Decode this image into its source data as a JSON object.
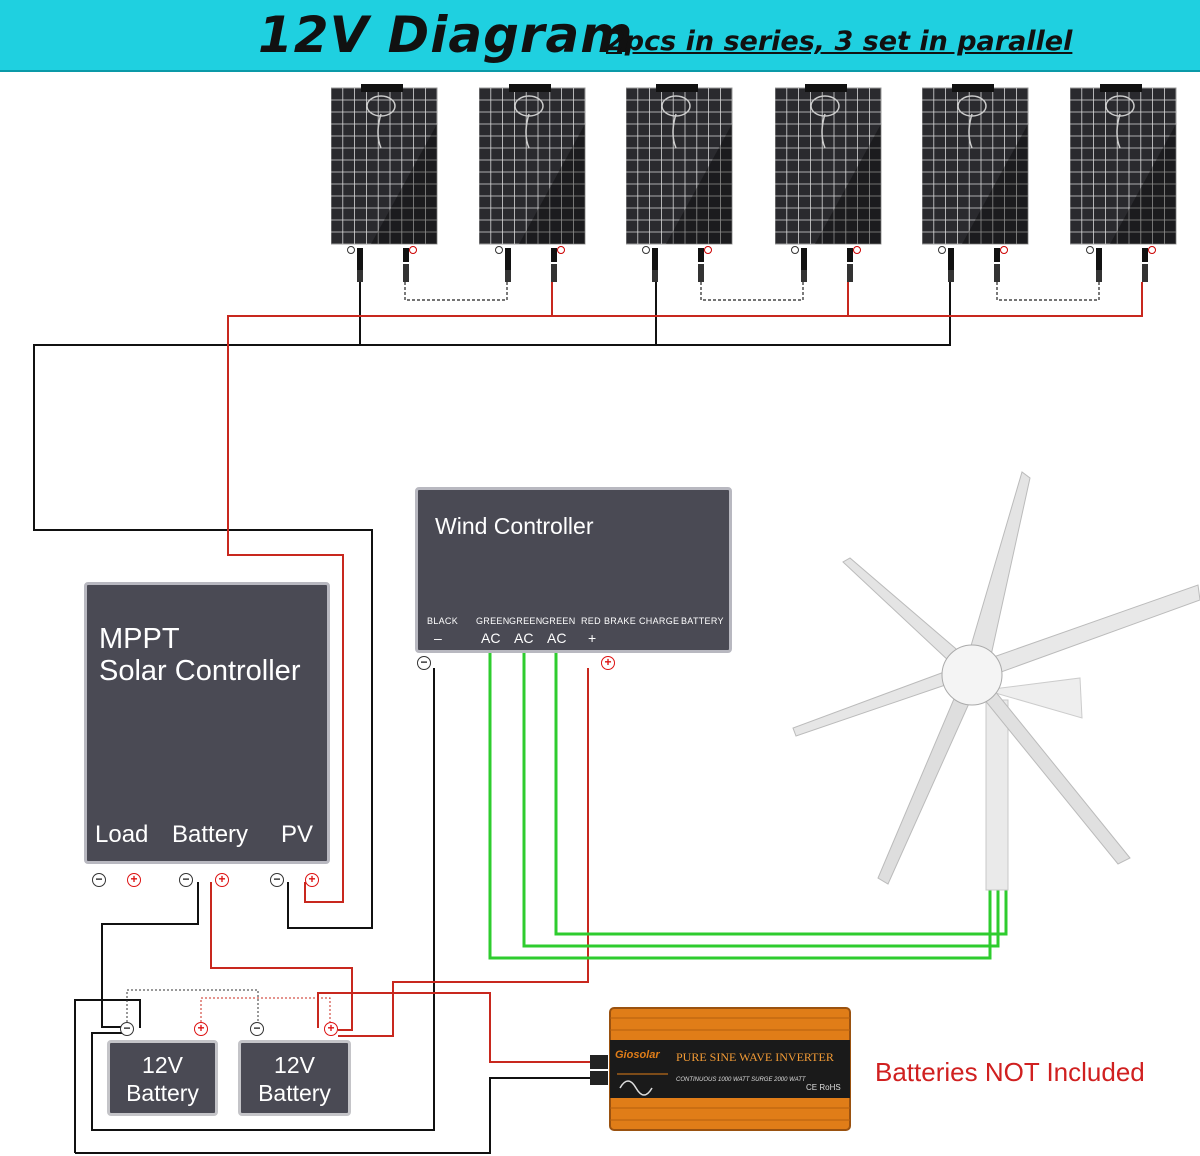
{
  "header": {
    "title": "12V Diagram",
    "subtitle": "2pcs in series, 3 set in parallel"
  },
  "mppt": {
    "title_line1": "MPPT",
    "title_line2": "Solar Controller",
    "terminals": [
      "Load",
      "Battery",
      "PV"
    ]
  },
  "wind_controller": {
    "title": "Wind Controller",
    "pin_labels": [
      "BLACK",
      "GREEN",
      "GREEN",
      "GREEN",
      "RED",
      "BRAKE",
      "CHARGE",
      "BATTERY"
    ],
    "pin_symbols": [
      "–",
      "AC",
      "AC",
      "AC",
      "+"
    ]
  },
  "batteries": [
    {
      "line1": "12V",
      "line2": "Battery"
    },
    {
      "line1": "12V",
      "line2": "Battery"
    }
  ],
  "inverter": {
    "brand": "Giosolar",
    "title": "PURE SINE WAVE INVERTER",
    "spec": "CONTINUOUS 1000 WATT SURGE 2000 WATT",
    "marks": "CE RoHS"
  },
  "notice": "Batteries NOT Included",
  "colors": {
    "header_bg": "#1fd0e0",
    "box_bg": "#4a4a54",
    "wire_negative": "#111111",
    "wire_positive": "#c8281e",
    "wire_ac": "#2ecc2e",
    "inverter_body": "#e07d18",
    "notice": "#d02020"
  }
}
